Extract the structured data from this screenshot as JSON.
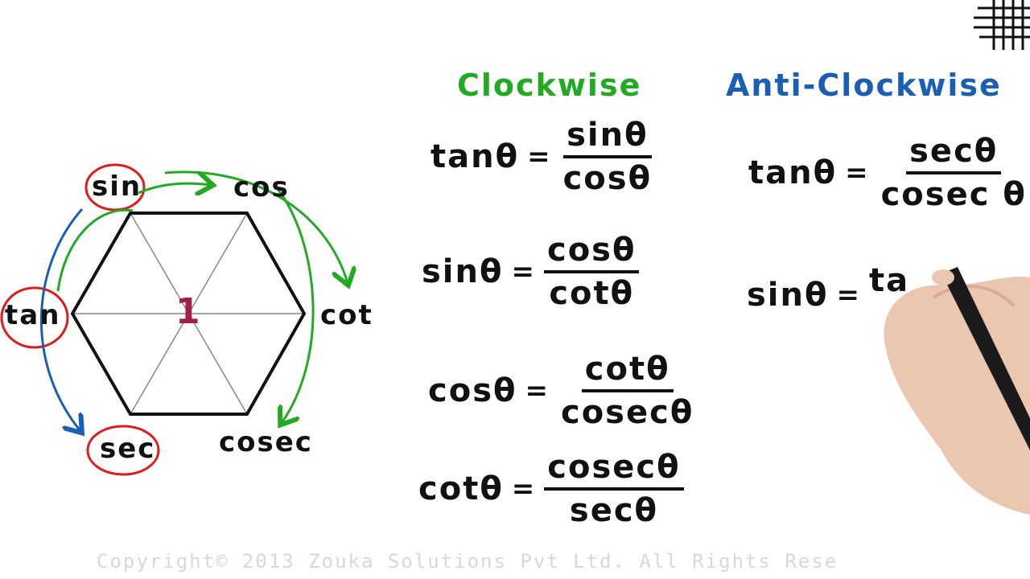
{
  "hexagon": {
    "center": "1",
    "nodes": {
      "sin": "sin",
      "cos": "cos",
      "tan": "tan",
      "cot": "cot",
      "sec": "sec",
      "cosec": "cosec"
    }
  },
  "headings": {
    "clockwise": "Clockwise",
    "anticlockwise": "Anti-Clockwise"
  },
  "clockwise_formulas": [
    {
      "lhs": "tanθ",
      "eq": "=",
      "num": "sinθ",
      "den": "cosθ"
    },
    {
      "lhs": "sinθ",
      "eq": "=",
      "num": "cosθ",
      "den": "cotθ"
    },
    {
      "lhs": "cosθ",
      "eq": "=",
      "num": "cotθ",
      "den": "cosecθ"
    },
    {
      "lhs": "cotθ",
      "eq": "=",
      "num": "cosecθ",
      "den": "secθ"
    }
  ],
  "anticlockwise_formulas": [
    {
      "lhs": "tanθ",
      "eq": "=",
      "num": "secθ",
      "den": "cosec θ"
    },
    {
      "lhs": "sinθ",
      "eq": "=",
      "num": "ta"
    }
  ],
  "footer": "Copyright© 2013 Zouka Solutions Pvt Ltd. All Rights Rese",
  "colors": {
    "clockwise": "#22aa22",
    "anticlockwise": "#1a5fb4",
    "circle": "#e01b1b",
    "center": "#a0204a"
  }
}
